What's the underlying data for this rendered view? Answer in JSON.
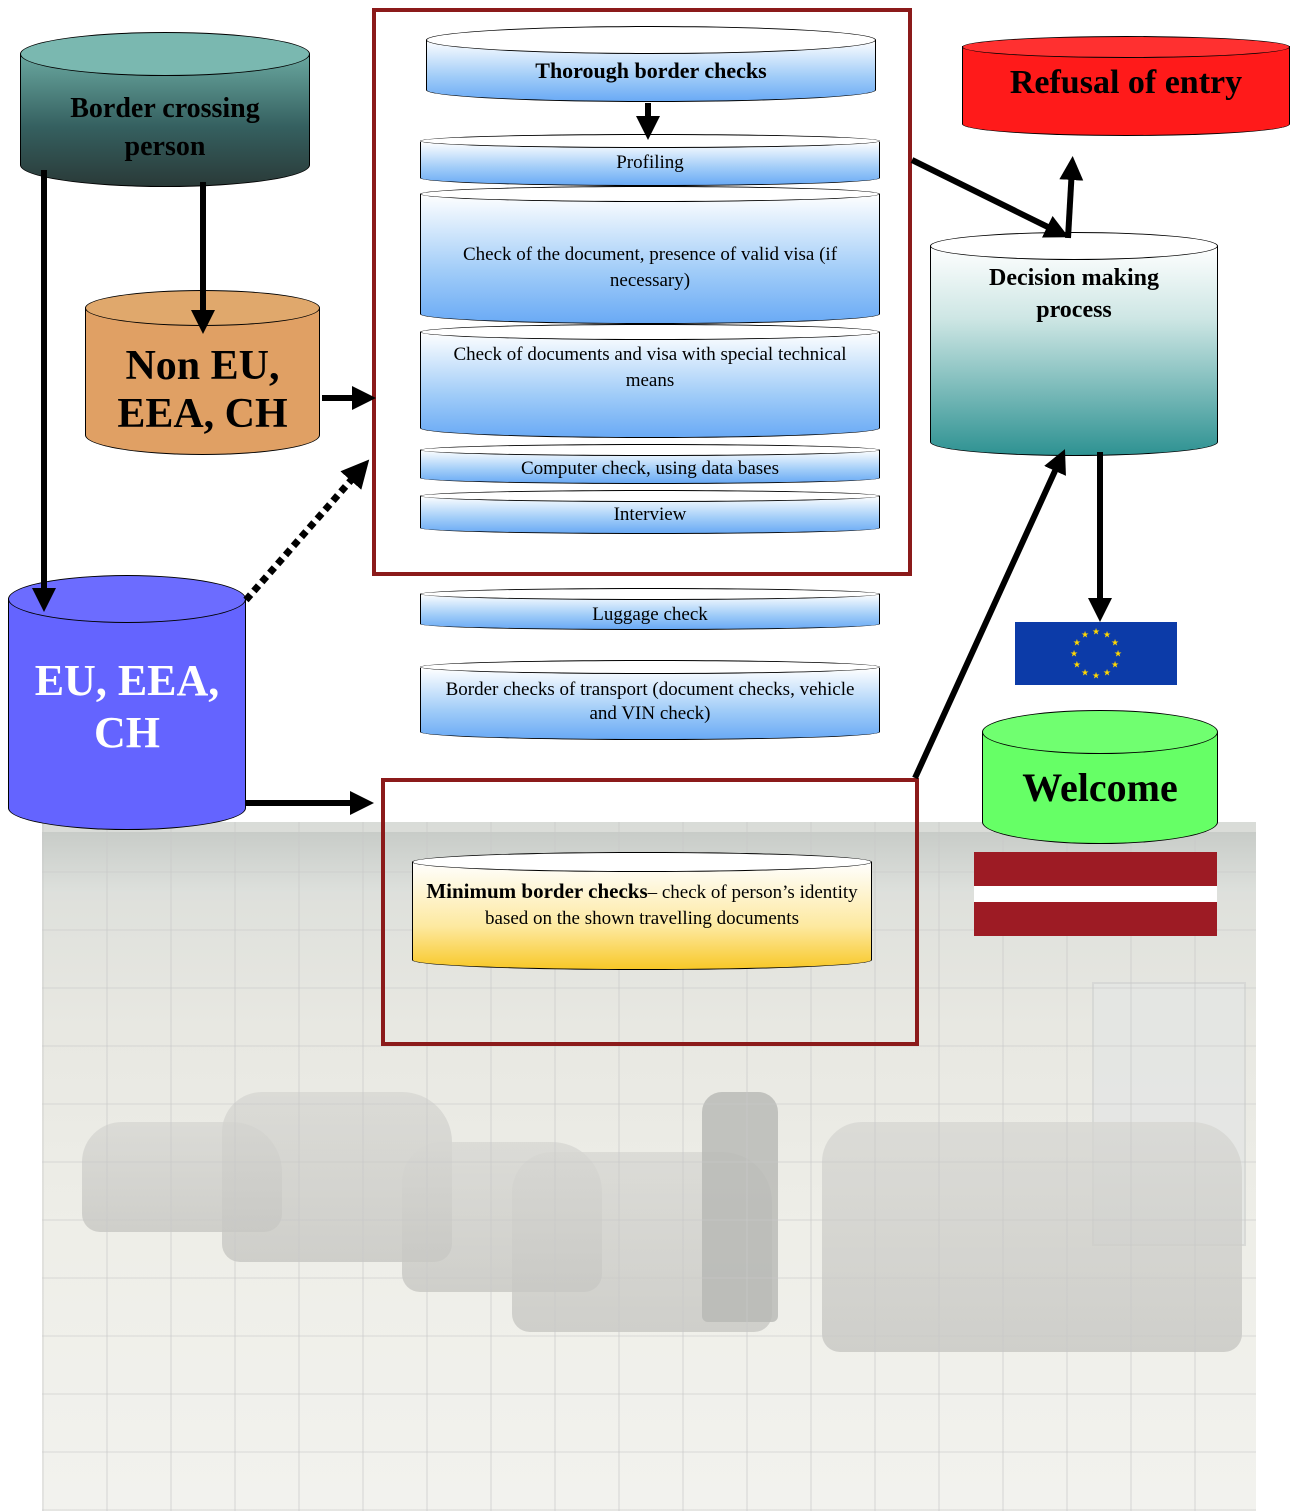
{
  "nodes": {
    "border_crossing": "Border crossing person",
    "non_eu": "Non EU, EEA, CH",
    "eu": "EU, EEA, CH",
    "thorough": "Thorough border checks",
    "profiling": "Profiling",
    "check_document": "Check of the document, presence of valid visa (if necessary)",
    "check_special": "Check of documents and visa with special technical means",
    "computer_check": "Computer check, using data bases",
    "interview": "Interview",
    "luggage": "Luggage check",
    "transport": "Border checks of transport (document checks, vehicle and VIN check)",
    "minimum_bold": "Minimum border checks",
    "minimum_rest": "– check of person’s identity based on the shown travelling documents",
    "refusal": "Refusal of entry",
    "decision": "Decision making process",
    "welcome": "Welcome"
  },
  "colors": {
    "frame": "#8b1a1a",
    "refusal": "#ff1a1a",
    "welcome": "#66ff66",
    "eu": "#6464ff",
    "non_eu": "#e0a064",
    "step_gradient_bottom": "#6aaaf5",
    "minimum_gradient_bottom": "#f8c828",
    "eu_flag": "#0c3ba8",
    "latvia_flag": "#9d1b24"
  }
}
